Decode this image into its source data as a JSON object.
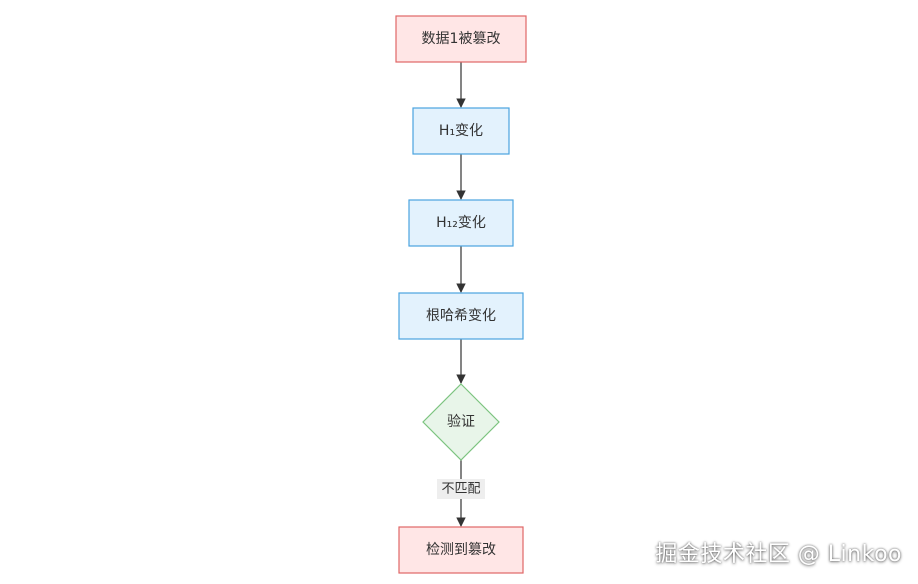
{
  "diagram": {
    "nodes": [
      {
        "id": "n1",
        "label": "数据1被篡改",
        "kind": "alert"
      },
      {
        "id": "n2",
        "label": "H₁变化",
        "kind": "process"
      },
      {
        "id": "n3",
        "label": "H₁₂变化",
        "kind": "process"
      },
      {
        "id": "n4",
        "label": "根哈希变化",
        "kind": "process"
      },
      {
        "id": "n5",
        "label": "验证",
        "kind": "decision"
      },
      {
        "id": "n6",
        "label": "检测到篡改",
        "kind": "alert"
      }
    ],
    "edges": [
      {
        "from": "n1",
        "to": "n2",
        "label": ""
      },
      {
        "from": "n2",
        "to": "n3",
        "label": ""
      },
      {
        "from": "n3",
        "to": "n4",
        "label": ""
      },
      {
        "from": "n4",
        "to": "n5",
        "label": ""
      },
      {
        "from": "n5",
        "to": "n6",
        "label": "不匹配"
      }
    ]
  },
  "colors": {
    "alert_fill": "#ffe6e6",
    "alert_stroke": "#e06666",
    "process_fill": "#e3f2fd",
    "process_stroke": "#4aa3df",
    "decision_fill": "#e8f5e9",
    "decision_stroke": "#7cc47f",
    "edge": "#333333",
    "edge_label_bg": "#eeeeee"
  },
  "watermark": "掘金技术社区 @ Linkoo"
}
